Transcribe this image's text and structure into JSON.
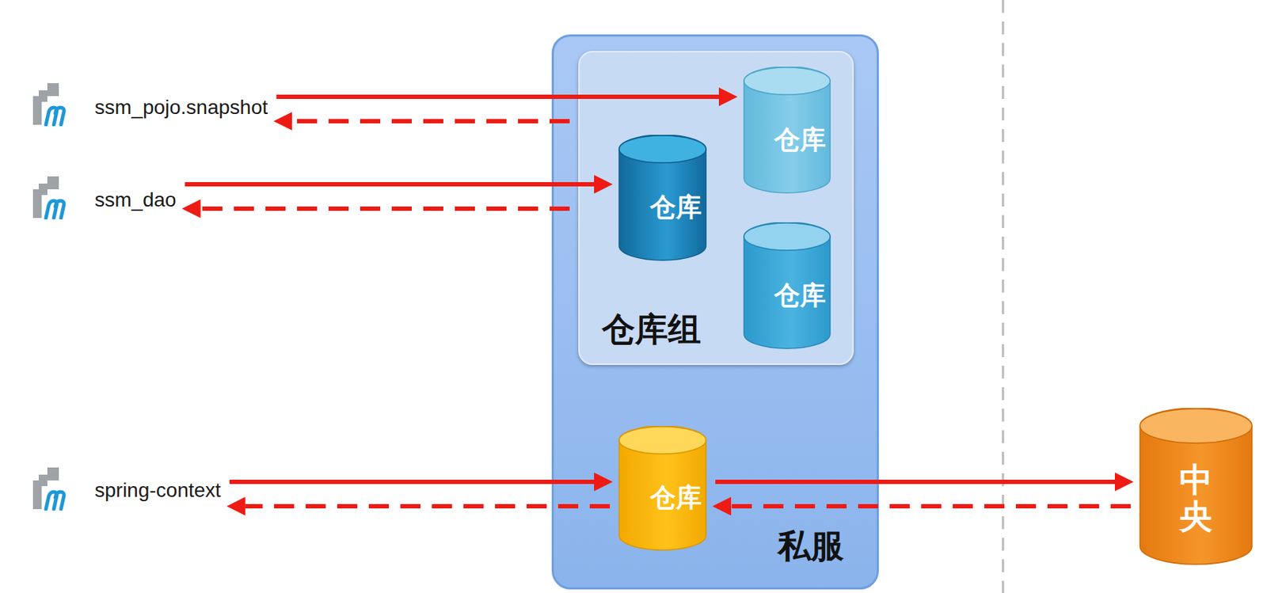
{
  "diagram": {
    "nodes": [
      {
        "text": [
          "ssm_pojo.snapshot"
        ]
      },
      {
        "text": [
          "ssm_dao"
        ]
      },
      {
        "text": [
          "私服"
        ]
      },
      {
        "text": [
          "仓库组"
        ],
        "in": 2
      },
      {
        "text": [
          "仓库"
        ],
        "in": 3
      },
      {
        "text": [
          "仓库"
        ],
        "in": 3
      },
      {
        "text": [
          "仓库"
        ],
        "in": 3
      },
      {
        "text": [
          "仓库"
        ],
        "in": 2
      },
      {
        "text": [
          "spring-context"
        ]
      },
      {
        "text": [
          "中央"
        ]
      }
    ],
    "edges": [
      {
        "from": 0,
        "to": 4,
        "arrow": "to"
      },
      {
        "from": 3,
        "to": 0,
        "arrow": "to"
      },
      {
        "from": 1,
        "to": 5,
        "arrow": "to"
      },
      {
        "from": 3,
        "to": 1,
        "arrow": "to"
      },
      {
        "from": 8,
        "to": 7,
        "arrow": "to"
      },
      {
        "from": 7,
        "to": 8,
        "arrow": "to"
      },
      {
        "from": 7,
        "to": 9,
        "arrow": "to"
      },
      {
        "from": 9,
        "to": 7,
        "arrow": "to"
      }
    ]
  }
}
